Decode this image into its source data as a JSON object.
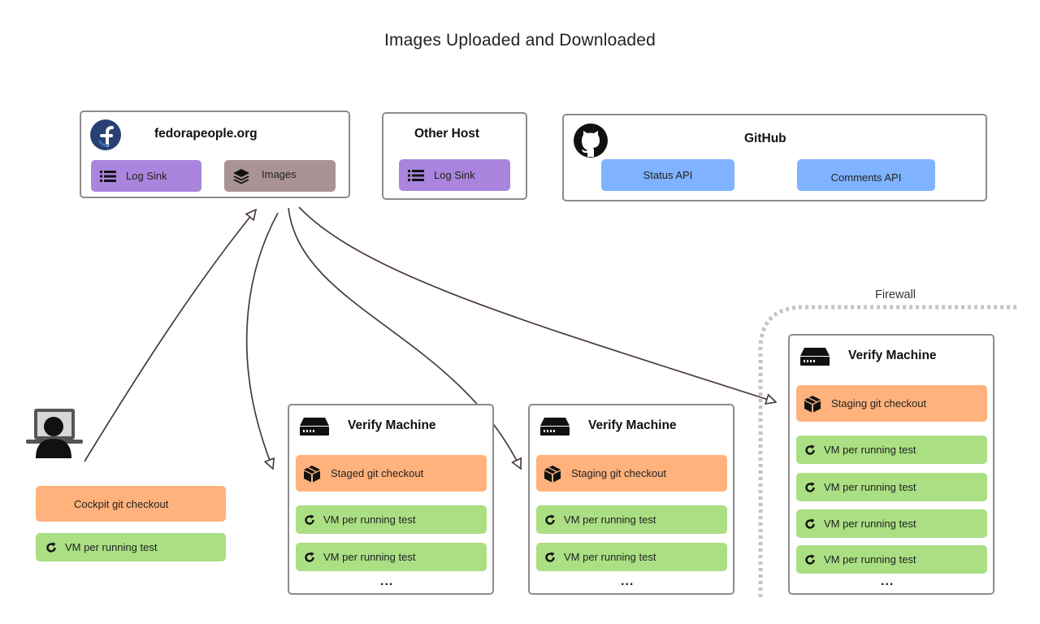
{
  "title": "Images Uploaded and Downloaded",
  "fedora": {
    "title": "fedorapeople.org",
    "log_sink": "Log Sink",
    "images": "Images"
  },
  "other_host": {
    "title": "Other Host",
    "log_sink": "Log Sink"
  },
  "github": {
    "title": "GitHub",
    "status_api": "Status API",
    "comments_api": "Comments API"
  },
  "developer": {
    "checkout": "Cockpit git checkout",
    "vm": "VM per running test"
  },
  "verify1": {
    "title": "Verify Machine",
    "checkout": "Staged git checkout",
    "vm1": "VM per running test",
    "vm2": "VM per running test",
    "more": "..."
  },
  "verify2": {
    "title": "Verify Machine",
    "checkout": "Staging git checkout",
    "vm1": "VM per running test",
    "vm2": "VM per running test",
    "more": "..."
  },
  "verify3": {
    "title": "Verify Machine",
    "checkout": "Staging git checkout",
    "vm1": "VM per running test",
    "vm2": "VM per running test",
    "vm3": "VM per running test",
    "vm4": "VM per running test",
    "more": "..."
  },
  "firewall": "Firewall",
  "colors": {
    "log_sink": "#a985dd",
    "images": "#a99396",
    "api": "#7fb3ff",
    "checkout": "#ffb27c",
    "vm": "#aadf84",
    "border": "#8c8c8c",
    "arrow": "#4a3a3a"
  },
  "icons": {
    "fedora": "fedora-logo-icon",
    "github": "github-logo-icon",
    "log_sink": "list-icon",
    "images": "layers-icon",
    "server": "server-icon",
    "package": "package-cube-icon",
    "vm": "refresh-icon",
    "developer": "user-laptop-icon"
  }
}
